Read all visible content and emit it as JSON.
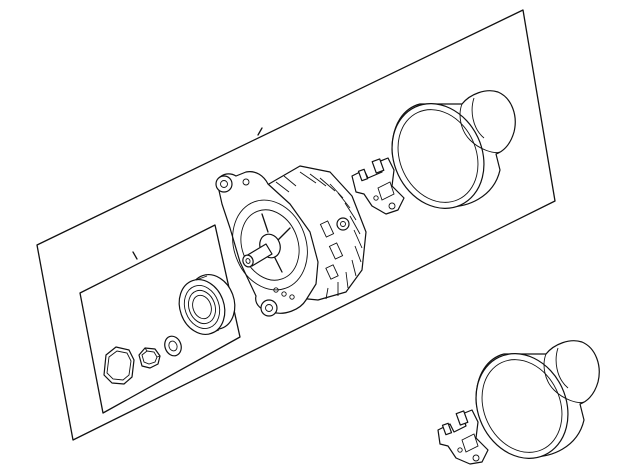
{
  "diagram": {
    "parts": [
      {
        "id": "assembly_panel",
        "icon": "parallelogram-panel"
      },
      {
        "id": "hardware_kit_panel",
        "icon": "parallelogram-panel"
      },
      {
        "id": "alternator",
        "icon": "alternator-icon"
      },
      {
        "id": "pulley",
        "icon": "pulley-icon"
      },
      {
        "id": "dust_cap",
        "icon": "cap-icon"
      },
      {
        "id": "nut",
        "icon": "hex-nut-icon"
      },
      {
        "id": "washer",
        "icon": "washer-icon"
      },
      {
        "id": "voltage_regulator",
        "icon": "regulator-icon"
      },
      {
        "id": "cover",
        "icon": "cover-icon"
      }
    ],
    "colors": {
      "line": "#111111",
      "background": "#ffffff"
    }
  }
}
